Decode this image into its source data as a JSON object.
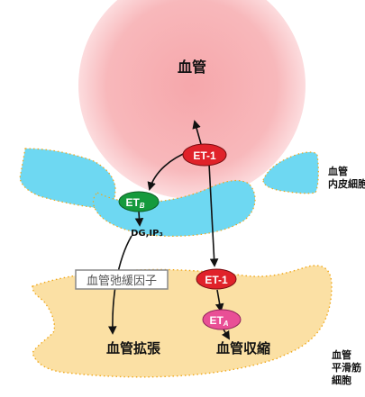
{
  "labels": {
    "lumen": "血管",
    "endothelial": "血管\n内皮細胞",
    "smooth_muscle": "血管\n平滑筋\n細胞",
    "dg_ip3": "DG,IP₃",
    "relaxing_factor": "血管弛緩因子",
    "vasodilation": "血管拡張",
    "vasoconstriction": "血管収縮"
  },
  "nodes": {
    "et1_top": "ET-1",
    "et1_bottom": "ET-1",
    "etb": {
      "main": "ET",
      "sub": "B"
    },
    "eta": {
      "main": "ET",
      "sub": "A"
    }
  },
  "colors": {
    "lumen_center": "#f6a7ab",
    "lumen_edge": "#fbd7d9",
    "endothelium_fill": "#6ed8f2",
    "smooth_muscle_fill": "#fbe0a4",
    "membrane_dot": "#f0a81c",
    "et1_fill": "#e0222a",
    "etb_fill": "#159a3c",
    "eta_fill": "#e94f96"
  }
}
